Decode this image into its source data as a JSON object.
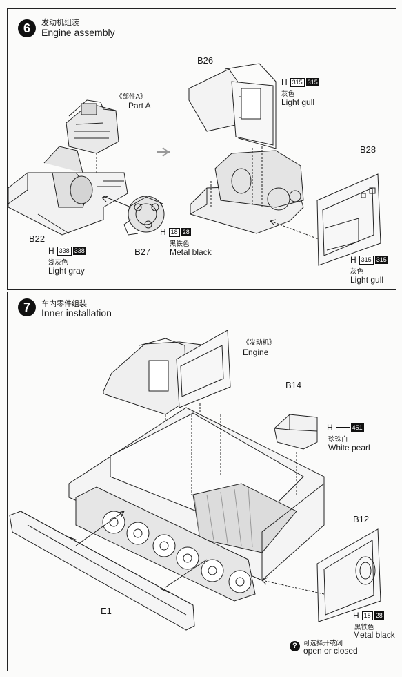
{
  "step6": {
    "number": "6",
    "title_zh": "发动机组装",
    "title_en": "Engine assembly",
    "parts": {
      "b26": "B26",
      "b28": "B28",
      "b22": "B22",
      "b27": "B27"
    },
    "part_a_zh": "《部件A》",
    "part_a_en": "Part A",
    "paints": {
      "light_gull_top": {
        "letter": "H",
        "n1": "315",
        "n2": "315",
        "zh": "灰色",
        "en": "Light gull"
      },
      "metal_black": {
        "letter": "H",
        "n1": "18",
        "n2": "28",
        "zh": "黑铁色",
        "en": "Metal black"
      },
      "light_gray": {
        "letter": "H",
        "n1": "338",
        "n2": "338",
        "zh": "浅灰色",
        "en": "Light gray"
      },
      "light_gull_right": {
        "letter": "H",
        "n1": "315",
        "n2": "315",
        "zh": "灰色",
        "en": "Light gull"
      }
    }
  },
  "step7": {
    "number": "7",
    "title_zh": "车内零件组装",
    "title_en": "Inner installation",
    "engine_zh": "《发动机》",
    "engine_en": "Engine",
    "parts": {
      "b14": "B14",
      "b12": "B12",
      "e1": "E1"
    },
    "paints": {
      "white_pearl": {
        "letter": "H",
        "n1": "",
        "n2": "451",
        "zh": "珍珠白",
        "en": "White pearl"
      },
      "metal_black": {
        "letter": "H",
        "n1": "18",
        "n2": "28",
        "zh": "黑铁色",
        "en": "Metal black"
      }
    },
    "note_icon": "question-circle-icon",
    "note_zh": "可选择开或闭",
    "note_en": "open or closed"
  }
}
